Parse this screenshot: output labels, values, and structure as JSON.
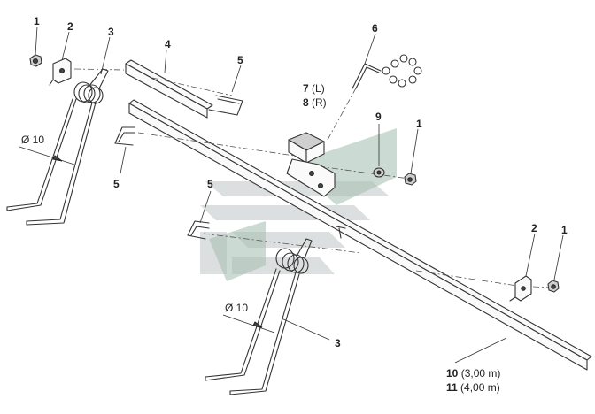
{
  "callouts": {
    "nut_a": "1",
    "bracket_a": "2",
    "spring_tine_a": "3",
    "square_bar": "4",
    "u_bolt_a": "5",
    "chain": "6",
    "holder_left": "7 (L)",
    "holder_right": "8 (R)",
    "washer": "9",
    "nut_b": "1",
    "u_bolt_b": "5",
    "u_bolt_c": "5",
    "bracket_b": "2",
    "nut_c": "1",
    "spring_tine_b": "3",
    "long_bar_3m": "10 (3,00 m)",
    "long_bar_4m": "11 (4,00 m)"
  },
  "dimensions": {
    "diameter_a": "Ø 10",
    "diameter_b": "Ø 10"
  },
  "colors": {
    "line": "#333333",
    "watermark_gray": "#bfc4c4",
    "watermark_green": "#a9c2b5"
  }
}
